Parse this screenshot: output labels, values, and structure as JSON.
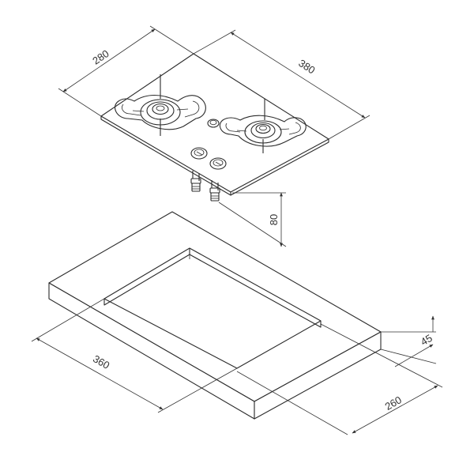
{
  "dimensions": {
    "hob_depth": "280",
    "hob_width": "380",
    "hob_height": "80",
    "cutout_width": "360",
    "cutout_depth": "260",
    "countertop_thickness": "45"
  },
  "colors": {
    "line": "#2b2b2b",
    "background": "#ffffff"
  }
}
